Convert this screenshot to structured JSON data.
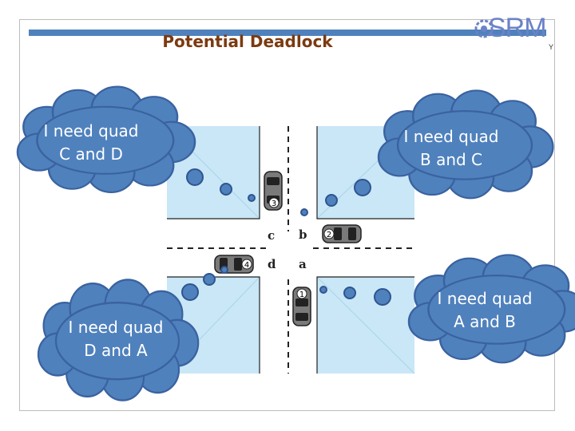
{
  "slide": {
    "title": "Potential Deadlock",
    "logo_text": "SRM",
    "logo_mark": "Y"
  },
  "colors": {
    "accent_bar": "#4f81bd",
    "quadrant_fill": "#c9e7f6",
    "cloud_fill": "#4f81bd",
    "cloud_stroke": "#3a62a0",
    "title": "#7b3a10"
  },
  "intersection": {
    "lane_labels": [
      "c",
      "b",
      "d",
      "a"
    ],
    "cars": [
      "3",
      "2",
      "4",
      "1"
    ]
  },
  "bubbles": [
    {
      "text": "I need quad\nC and D"
    },
    {
      "text": "I need quad\nB and C"
    },
    {
      "text": "I need quad\nD and A"
    },
    {
      "text": "I need quad\nA and B"
    }
  ]
}
